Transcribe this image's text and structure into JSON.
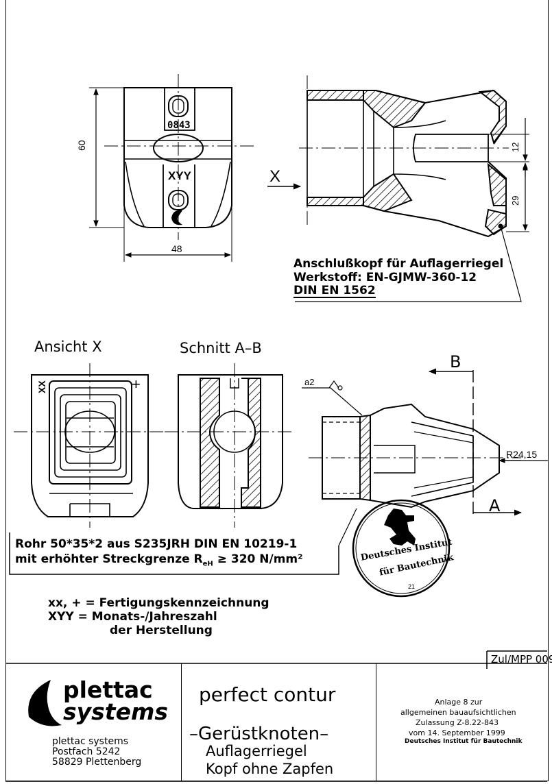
{
  "drawing": {
    "top_left": {
      "part_mark": "0843",
      "date_code": "XYY",
      "dim_height": "60",
      "dim_width": "48"
    },
    "top_right": {
      "view_arrow_label": "X",
      "dim_12": "12",
      "dim_29": "29"
    },
    "material_note": {
      "line1": "Anschlußkopf für Auflagerriegel",
      "line2": "Werkstoff: EN-GJMW-360-12",
      "line3": "DIN EN 1562"
    },
    "view_titles": {
      "ansicht": "Ansicht X",
      "schnitt": "Schnitt A–B"
    },
    "ansicht_marks": {
      "xx": "XX",
      "plus": "+"
    },
    "weld_symbol": "a2",
    "section_b": "B",
    "section_a": "A",
    "radius": "R24,15",
    "tube_note": {
      "line1": "Rohr 50*35*2 aus S235JRH DIN EN 10219-1",
      "line2_pre": "mit erhöhter Streckgrenze R",
      "line2_sub": "eH",
      "line2_post": " ≥ 320 N/mm²"
    },
    "legend": {
      "line1": "xx, + = Fertigungskennzeichnung",
      "line2": "XYY = Monats-/Jahreszahl",
      "line3": "der Herstellung"
    },
    "stamp": {
      "line1": "Deutsches Institut",
      "line2": "für Bautechnik",
      "number": "21"
    }
  },
  "title_block": {
    "drawing_no": "Zul/MPP 009",
    "company_logo_1": "plettac",
    "company_logo_2": "systems",
    "address_1": "plettac systems",
    "address_2": "Postfach 5242",
    "address_3": "58829 Plettenberg",
    "product": "perfect contur",
    "title_1": "–Gerüstknoten–",
    "title_2": "Auflagerriegel",
    "title_3": "Kopf ohne Zapfen",
    "approval_1": "Anlage 8 zur",
    "approval_2": "allgemeinen bauaufsichtlichen",
    "approval_3": "Zulassung Z-8.22-843",
    "approval_4": "vom 14. September 1999",
    "approval_5": "Deutsches Institut für Bautechnik"
  }
}
